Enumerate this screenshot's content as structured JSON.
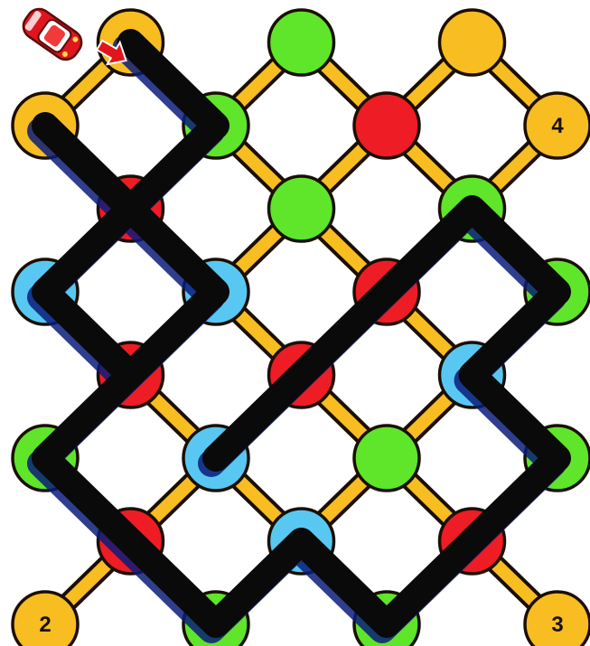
{
  "colors": {
    "yellow": "#f7bd21",
    "green": "#5fe52a",
    "red": "#ee1c24",
    "blue": "#58c8f2",
    "outline": "#1a0f05",
    "path": "#0a0a0a",
    "path_shadow": "#0b1c7a"
  },
  "puzzle": {
    "nodes": [
      {
        "id": "n0-1",
        "color": "yellow",
        "label": ""
      },
      {
        "id": "n0-3",
        "color": "green",
        "label": ""
      },
      {
        "id": "n0-5",
        "color": "yellow",
        "label": ""
      },
      {
        "id": "n1-0",
        "color": "yellow",
        "label": ""
      },
      {
        "id": "n1-2",
        "color": "green",
        "label": ""
      },
      {
        "id": "n1-4",
        "color": "red",
        "label": ""
      },
      {
        "id": "n1-6",
        "color": "yellow",
        "label": "4"
      },
      {
        "id": "n2-1",
        "color": "red",
        "label": ""
      },
      {
        "id": "n2-3",
        "color": "green",
        "label": ""
      },
      {
        "id": "n2-5",
        "color": "green",
        "label": ""
      },
      {
        "id": "n3-0",
        "color": "blue",
        "label": ""
      },
      {
        "id": "n3-2",
        "color": "blue",
        "label": ""
      },
      {
        "id": "n3-4",
        "color": "red",
        "label": ""
      },
      {
        "id": "n3-6",
        "color": "green",
        "label": ""
      },
      {
        "id": "n4-1",
        "color": "red",
        "label": ""
      },
      {
        "id": "n4-3",
        "color": "red",
        "label": ""
      },
      {
        "id": "n4-5",
        "color": "blue",
        "label": ""
      },
      {
        "id": "n5-0",
        "color": "green",
        "label": ""
      },
      {
        "id": "n5-2",
        "color": "blue",
        "label": ""
      },
      {
        "id": "n5-4",
        "color": "green",
        "label": ""
      },
      {
        "id": "n5-6",
        "color": "green",
        "label": ""
      },
      {
        "id": "n6-1",
        "color": "red",
        "label": ""
      },
      {
        "id": "n6-3",
        "color": "blue",
        "label": ""
      },
      {
        "id": "n6-5",
        "color": "red",
        "label": ""
      },
      {
        "id": "n7-0",
        "color": "yellow",
        "label": "2"
      },
      {
        "id": "n7-2",
        "color": "green",
        "label": ""
      },
      {
        "id": "n7-4",
        "color": "green",
        "label": ""
      },
      {
        "id": "n7-6",
        "color": "yellow",
        "label": "3"
      }
    ],
    "drawn_path": [
      "n0-1",
      "n1-2",
      "n2-1",
      "n1-0",
      "n2-1",
      "n3-0",
      "n4-1",
      "n3-2",
      "n2-1",
      "n3-2",
      "n4-1",
      "n5-0",
      "n6-1",
      "n7-2",
      "n6-3",
      "n7-4",
      "n6-5",
      "n5-6",
      "n4-5",
      "n3-6",
      "n2-5",
      "n3-4",
      "n4-3",
      "n5-2"
    ],
    "car_icon": "red-car-icon",
    "start_arrow_icon": "red-arrow-icon"
  }
}
